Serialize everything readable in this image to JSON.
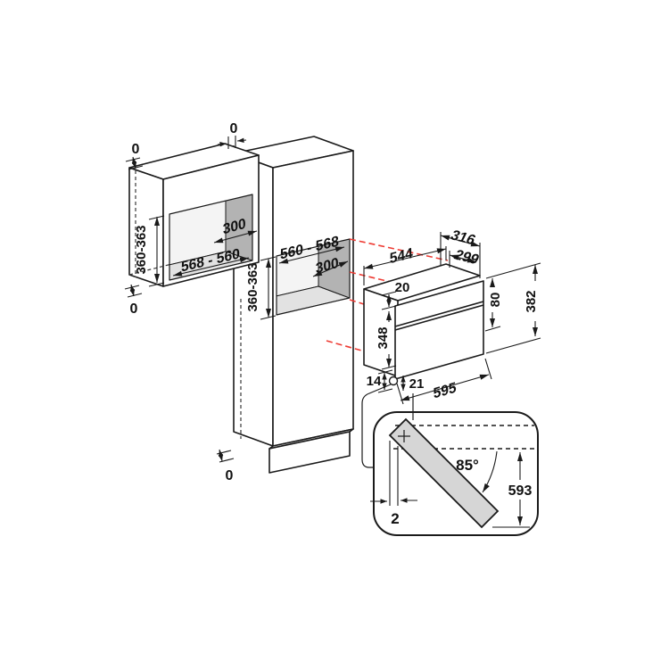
{
  "labels": {
    "zero_top_left": "0",
    "zero_top_mid": "0",
    "zero_bottom_left": "0",
    "zero_bottom_tall": "0",
    "wall_niche_height": "360-363",
    "wall_niche_width": "568 - 560",
    "wall_niche_depth": "300",
    "tall_niche_width": "560 - 568",
    "tall_niche_depth": "300",
    "tall_niche_height": "360-363",
    "oven_body_width": "544",
    "oven_depth_total": "316",
    "oven_depth_body": "299",
    "oven_top_gap": "20",
    "oven_front_height": "348",
    "oven_bottom_gap": "14",
    "oven_hinge_offset": "21",
    "oven_frame_width": "595",
    "oven_upper_height": "80",
    "oven_total_height": "382",
    "door_open_angle": "85°",
    "door_clearance": "593",
    "door_gap": "2"
  },
  "colors": {
    "line": "#1a1a1a",
    "projection_red": "#ee3b33",
    "niche_side_wall": "#b3b3b3",
    "niche_floor": "#e2e2e2",
    "niche_back_wall": "#f4f4f4",
    "door_fill": "#d6d6d6"
  }
}
